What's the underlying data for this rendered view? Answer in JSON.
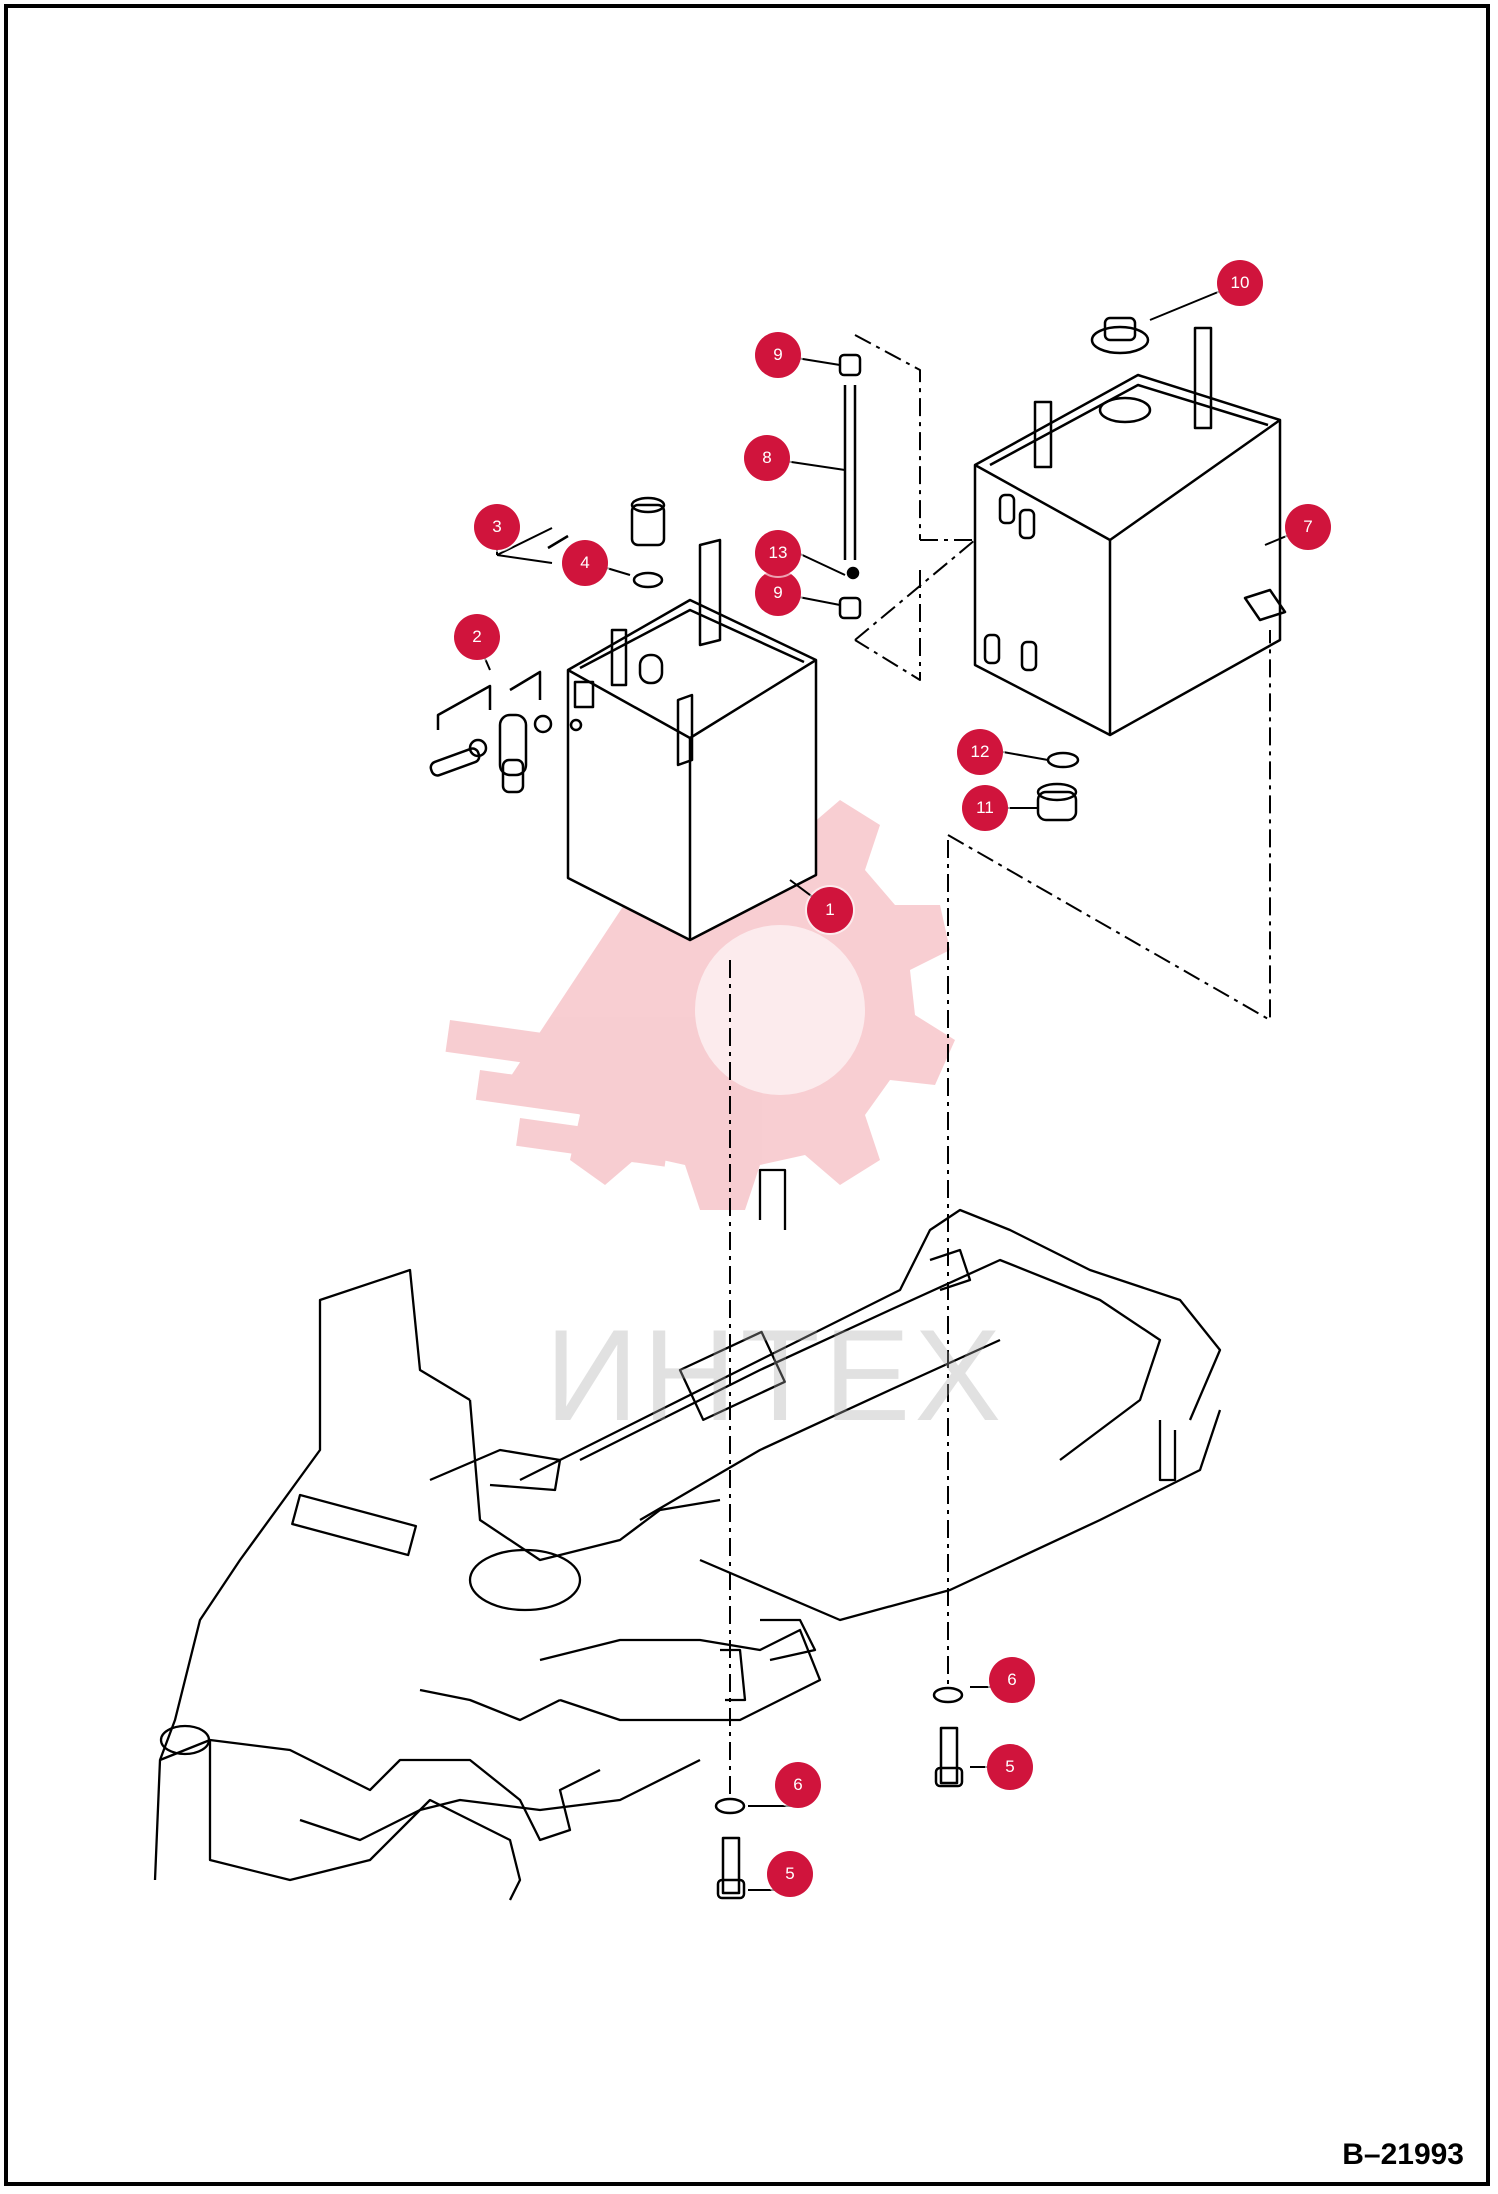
{
  "diagram": {
    "ref_number": "B–21993",
    "watermark_text": "ИНТЕХ",
    "colors": {
      "callout": "#d0143c",
      "line": "#000000",
      "watermark": "#f2a6ad"
    },
    "callouts": [
      {
        "id": "c1",
        "label": "1"
      },
      {
        "id": "c2",
        "label": "2"
      },
      {
        "id": "c3",
        "label": "3"
      },
      {
        "id": "c4",
        "label": "4"
      },
      {
        "id": "c5a",
        "label": "5"
      },
      {
        "id": "c5b",
        "label": "5"
      },
      {
        "id": "c6a",
        "label": "6"
      },
      {
        "id": "c6b",
        "label": "6"
      },
      {
        "id": "c7",
        "label": "7"
      },
      {
        "id": "c8",
        "label": "8"
      },
      {
        "id": "c9a",
        "label": "9"
      },
      {
        "id": "c9b",
        "label": "9"
      },
      {
        "id": "c10",
        "label": "10"
      },
      {
        "id": "c11",
        "label": "11"
      },
      {
        "id": "c12",
        "label": "12"
      },
      {
        "id": "c13",
        "label": "13"
      }
    ]
  }
}
